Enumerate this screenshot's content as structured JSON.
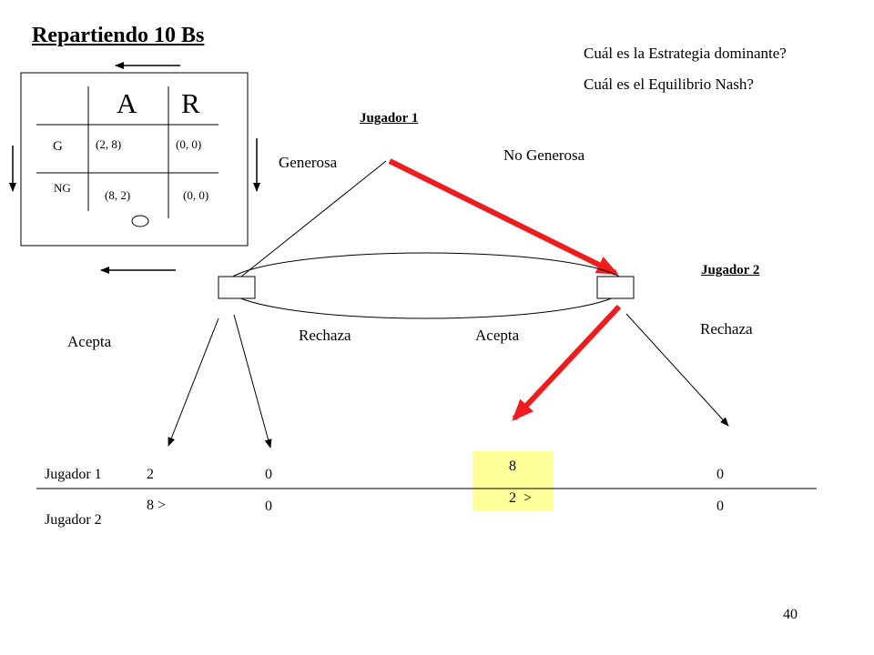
{
  "title": "Repartiendo 10 Bs",
  "questions": [
    "Cuál es la Estrategia dominante?",
    "Cuál es el Equilibrio Nash?"
  ],
  "matrix": {
    "col_headers": [
      "A",
      "R"
    ],
    "row_headers": [
      "G",
      "NG"
    ],
    "cells": [
      [
        "(2, 8)",
        "(0, 0)"
      ],
      [
        "(8, 2)",
        "(0, 0)"
      ]
    ]
  },
  "tree": {
    "player1_label": "Jugador 1",
    "player2_label": "Jugador 2",
    "p1_left_move": "Generosa",
    "p1_right_move": "No Generosa",
    "left_accept": "Acepta",
    "left_reject": "Rechaza",
    "right_accept": "Acepta",
    "right_reject": "Rechaza"
  },
  "payoffs": {
    "row1_label": "Jugador 1",
    "row2_label": "Jugador 2",
    "row1": [
      "2",
      "0",
      "8",
      "0"
    ],
    "row2": [
      "8 >",
      "0",
      "2  >",
      "0"
    ]
  },
  "highlight_color": "#ffff99",
  "arrow_color": "#ee1c1c",
  "page_number": "40"
}
